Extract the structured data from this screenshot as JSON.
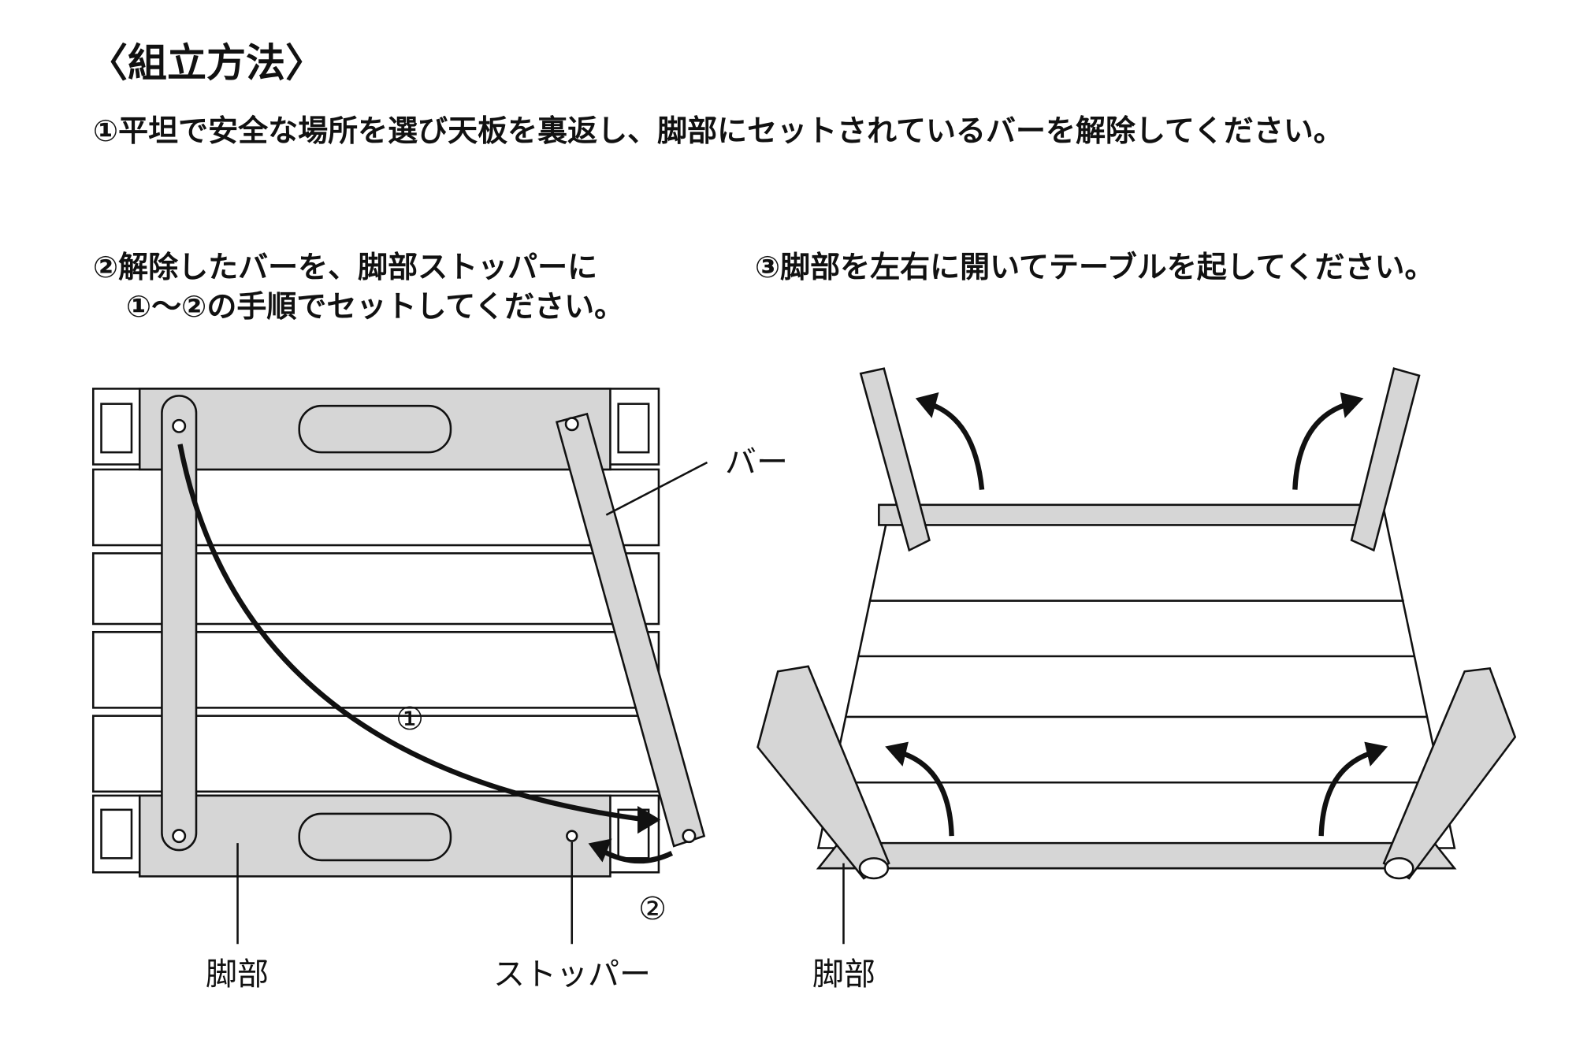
{
  "heading": "〈組立方法〉",
  "steps": {
    "step1": "①平坦で安全な場所を選び天板を裏返し、脚部にセットされているバーを解除してください。",
    "step2_line1": "②解除したバーを、脚部ストッパーに",
    "step2_line2": "①～②の手順でセットしてください。",
    "step3": "③脚部を左右に開いてテーブルを起してください。"
  },
  "diagram_left": {
    "label_bar": "バー",
    "label_leg": "脚部",
    "label_stopper": "ストッパー",
    "marker_1": "①",
    "marker_2": "②"
  },
  "diagram_right": {
    "label_leg": "脚部"
  },
  "colors": {
    "part_fill": "#d6d6d6",
    "outline": "#111111"
  }
}
